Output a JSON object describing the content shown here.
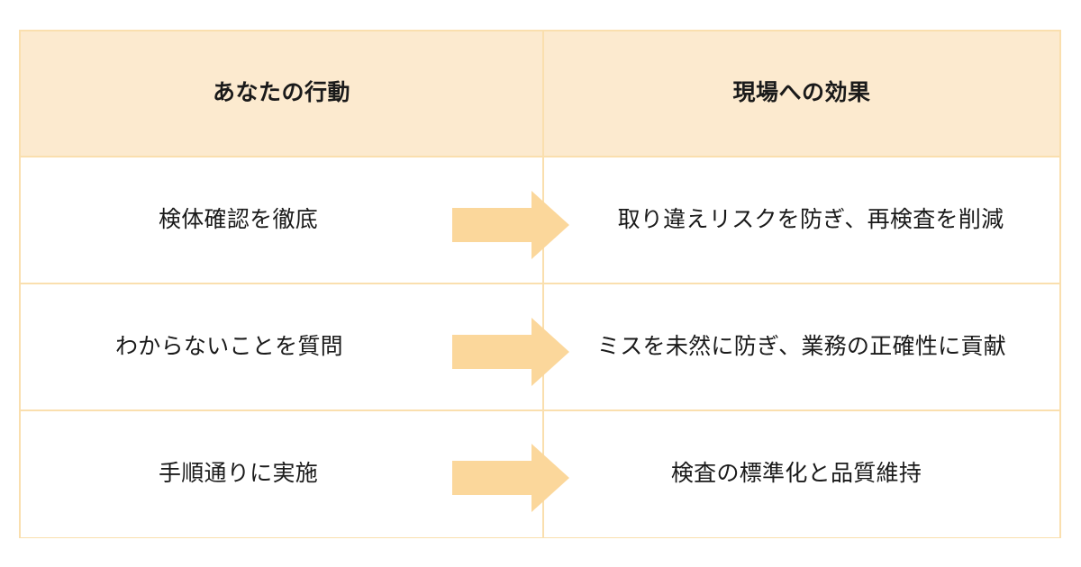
{
  "table": {
    "headers": [
      {
        "label": "あなたの行動"
      },
      {
        "label": "現場への効果"
      }
    ],
    "rows": [
      {
        "action": "検体確認を徹底",
        "effect": "取り違えリスクを防ぎ、再検査を削減",
        "connector": "arrow-right-icon"
      },
      {
        "action": "わからないことを質問",
        "effect": "ミスを未然に防ぎ、業務の正確性に貢献",
        "connector": "arrow-right-icon"
      },
      {
        "action": "手順通りに実施",
        "effect": "検査の標準化と品質維持",
        "connector": "arrow-right-icon"
      }
    ]
  },
  "colors": {
    "header_background": "#fceacf",
    "border": "#fadfae",
    "arrow_fill": "#fbd79b",
    "text": "#1a1a1a",
    "page_background": "#ffffff"
  }
}
